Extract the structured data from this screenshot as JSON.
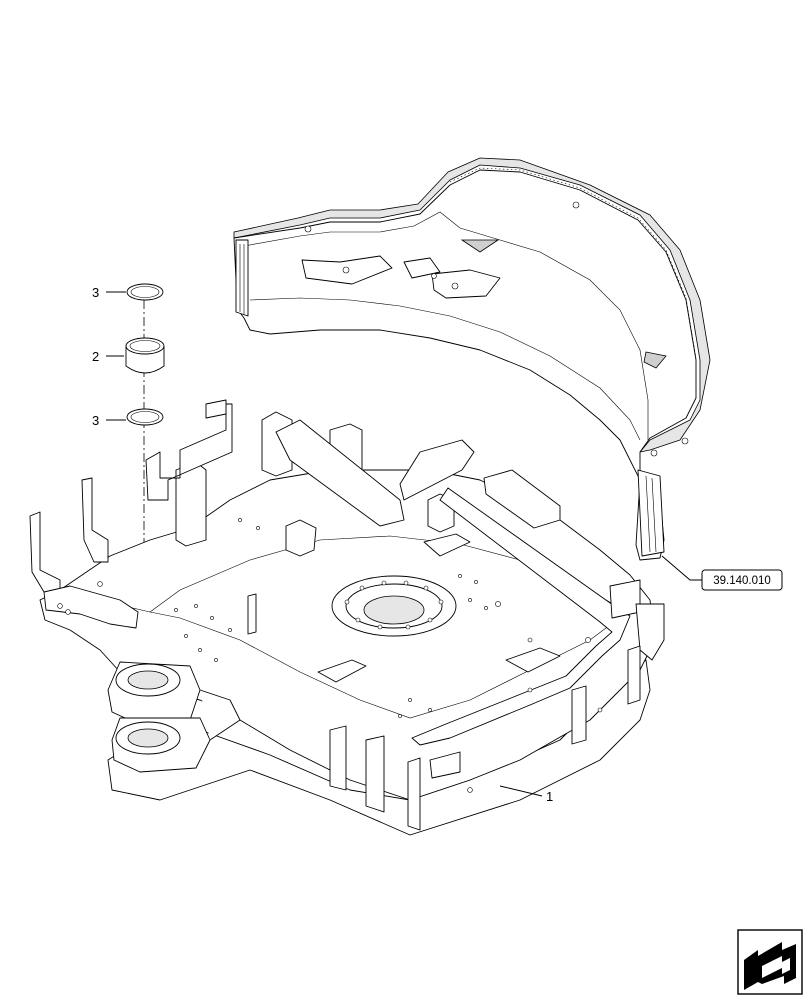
{
  "callouts": {
    "item_3_top": "3",
    "item_2": "2",
    "item_3_bottom": "3",
    "item_1": "1"
  },
  "reference": {
    "counterweight_ref": "39.140.010"
  },
  "nav_icon": "next-page-arrow-icon"
}
